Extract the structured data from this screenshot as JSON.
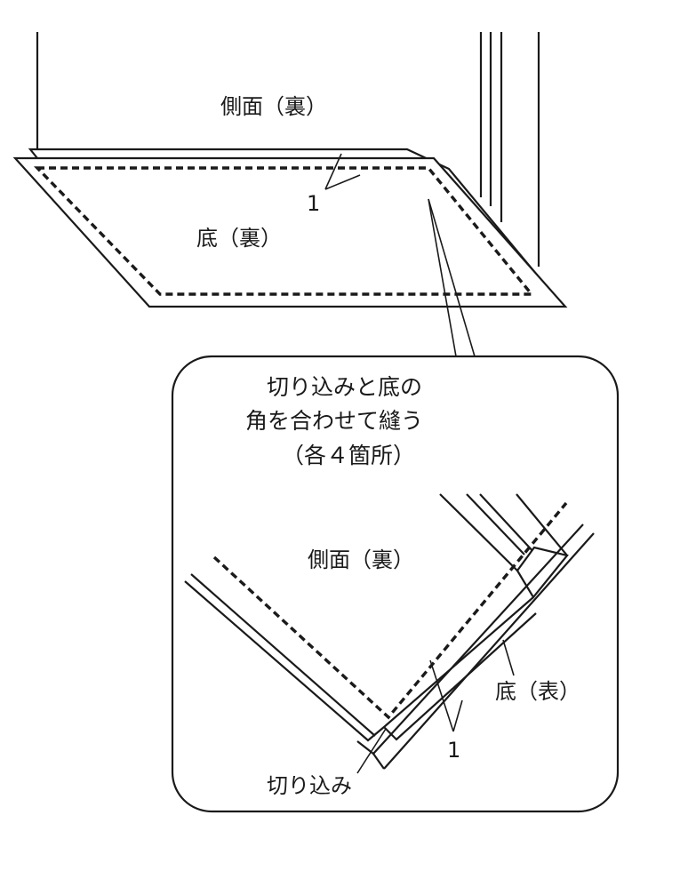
{
  "top": {
    "side_label": "側面（裏）",
    "bottom_label": "底（裏）",
    "seam_number": "1"
  },
  "detail": {
    "instruction_lines": [
      "切り込みと底の",
      "角を合わせて縫う",
      "（各４箇所）"
    ],
    "side_label": "側面（裏）",
    "bottom_label": "底（表）",
    "seam_number": "1",
    "notch_label": "切り込み"
  }
}
